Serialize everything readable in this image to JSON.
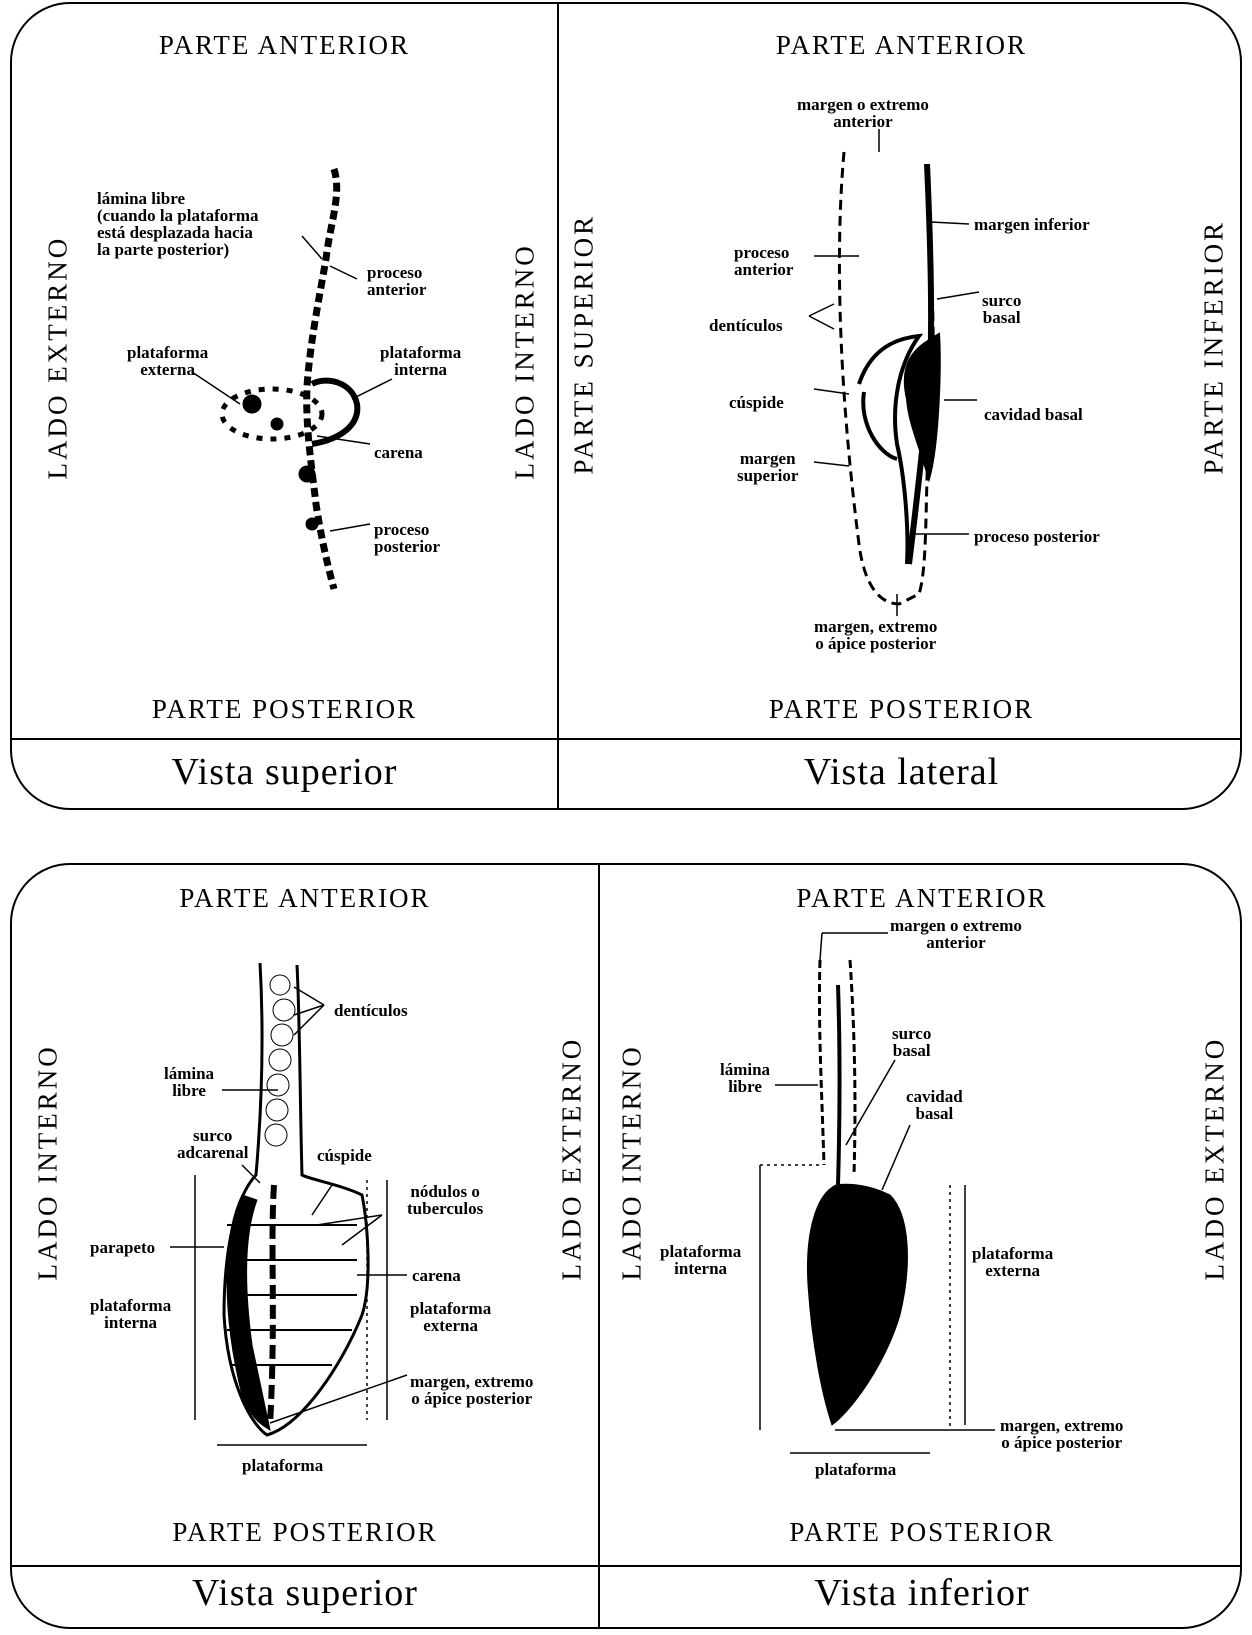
{
  "panels": [
    {
      "top": "PARTE ANTERIOR",
      "bottom": "PARTE POSTERIOR",
      "left": "LADO EXTERNO",
      "right": "LADO INTERNO",
      "caption": "Vista superior",
      "labels": {
        "lamina_libre": "lámina libre\n(cuando la plataforma\nestá desplazada hacia\nla parte posterior)",
        "proceso_anterior": "proceso\nanterior",
        "plataforma_externa": "plataforma\nexterna",
        "plataforma_interna": "plataforma\ninterna",
        "carena": "carena",
        "proceso_posterior": "proceso\nposterior"
      }
    },
    {
      "top": "PARTE ANTERIOR",
      "bottom": "PARTE POSTERIOR",
      "left": "PARTE SUPERIOR",
      "right": "PARTE INFERIOR",
      "caption": "Vista lateral",
      "labels": {
        "margen_anterior": "margen o extremo\nanterior",
        "margen_inferior": "margen inferior",
        "proceso_anterior": "proceso\nanterior",
        "surco_basal": "surco\nbasal",
        "denticulos": "dentículos",
        "cuspide": "cúspide",
        "cavidad_basal": "cavidad basal",
        "margen_superior": "margen\nsuperior",
        "proceso_posterior": "proceso posterior",
        "margen_posterior": "margen, extremo\no ápice posterior"
      }
    },
    {
      "top": "PARTE ANTERIOR",
      "bottom": "PARTE POSTERIOR",
      "left": "LADO INTERNO",
      "right": "LADO EXTERNO",
      "caption": "Vista superior",
      "labels": {
        "denticulos": "dentículos",
        "lamina_libre": "lámina\nlibre",
        "surco_adcarenal": "surco\nadcarenal",
        "cuspide": "cúspide",
        "nodulos": "nódulos o\ntuberculos",
        "parapeto": "parapeto",
        "carena": "carena",
        "plataforma_interna": "plataforma\ninterna",
        "plataforma_externa": "plataforma\nexterna",
        "margen_posterior": "margen, extremo\no ápice posterior",
        "plataforma": "plataforma"
      }
    },
    {
      "top": "PARTE ANTERIOR",
      "bottom": "PARTE POSTERIOR",
      "left": "LADO INTERNO",
      "right": "LADO EXTERNO",
      "caption": "Vista inferior",
      "labels": {
        "margen_anterior": "margen o extremo\nanterior",
        "surco_basal": "surco\nbasal",
        "lamina_libre": "lámina\nlibre",
        "cavidad_basal": "cavidad\nbasal",
        "plataforma_interna": "plataforma\ninterna",
        "plataforma_externa": "plataforma\nexterna",
        "margen_posterior": "margen, extremo\no ápice posterior",
        "plataforma": "plataforma"
      }
    }
  ]
}
